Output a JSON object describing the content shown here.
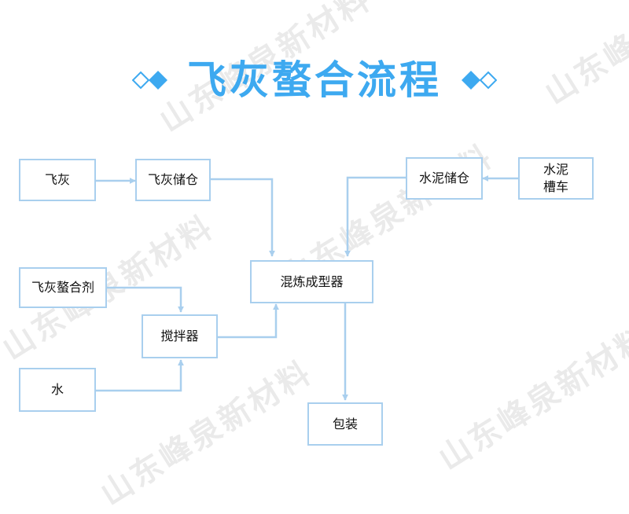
{
  "title": "飞灰螯合流程",
  "watermark": "山东峰泉新材料",
  "colors": {
    "title": "#3da9f0",
    "box_border": "#a9cfee",
    "arrow": "#a9cfee",
    "deco_fill": "#3da9f0"
  },
  "nodes": {
    "fly_ash": "飞灰",
    "fly_ash_silo": "飞灰储仓",
    "cement_silo": "水泥储仓",
    "cement_truck": [
      "水泥",
      "槽车"
    ],
    "chelating_agent": "飞灰螯合剂",
    "mixer": "搅拌器",
    "water": "水",
    "forming_machine": "混炼成型器",
    "packaging": "包装"
  }
}
